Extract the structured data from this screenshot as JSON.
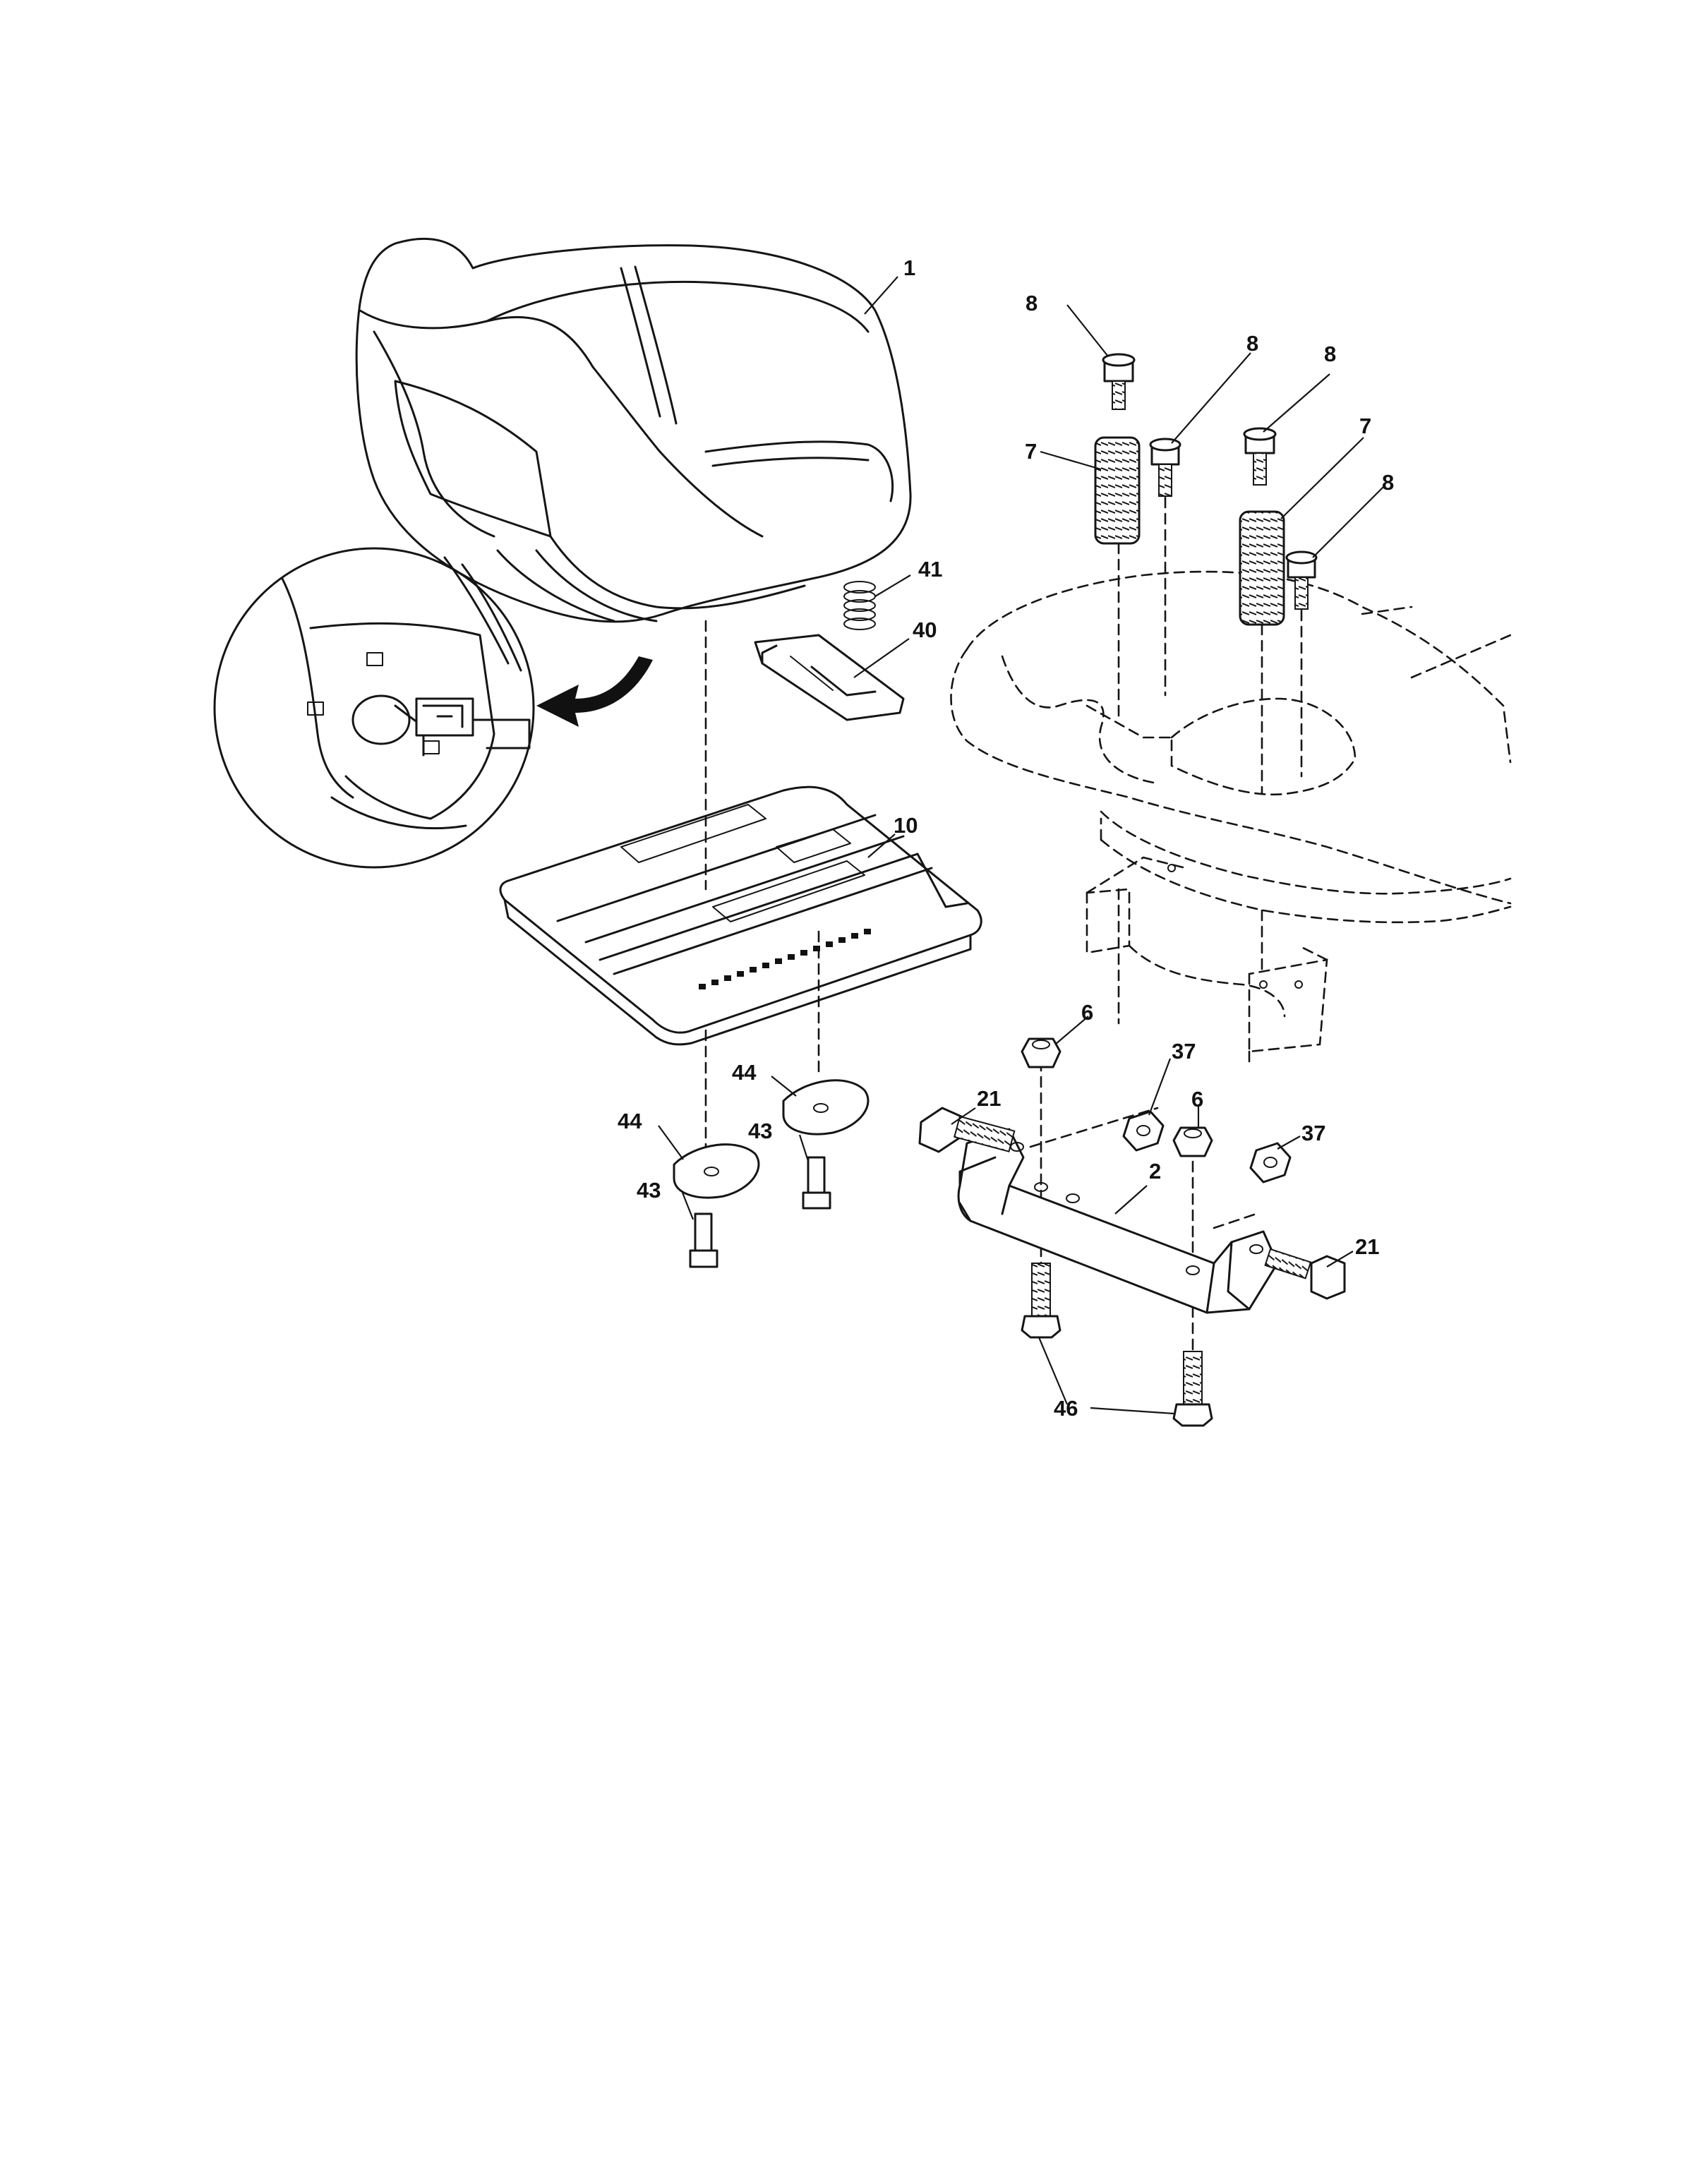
{
  "callouts": [
    {
      "id": "c1",
      "text": "1"
    },
    {
      "id": "c8a",
      "text": "8"
    },
    {
      "id": "c8b",
      "text": "8"
    },
    {
      "id": "c8c",
      "text": "8"
    },
    {
      "id": "c8d",
      "text": "8"
    },
    {
      "id": "c7a",
      "text": "7"
    },
    {
      "id": "c7b",
      "text": "7"
    },
    {
      "id": "c41",
      "text": "41"
    },
    {
      "id": "c40",
      "text": "40"
    },
    {
      "id": "c10",
      "text": "10"
    },
    {
      "id": "c21a",
      "text": "21"
    },
    {
      "id": "c21b",
      "text": "21"
    },
    {
      "id": "c6a",
      "text": "6"
    },
    {
      "id": "c6b",
      "text": "6"
    },
    {
      "id": "c37a",
      "text": "37"
    },
    {
      "id": "c37b",
      "text": "37"
    },
    {
      "id": "c44a",
      "text": "44"
    },
    {
      "id": "c44b",
      "text": "44"
    },
    {
      "id": "c43a",
      "text": "43"
    },
    {
      "id": "c43b",
      "text": "43"
    },
    {
      "id": "c2",
      "text": "2"
    },
    {
      "id": "c46",
      "text": "46"
    }
  ]
}
